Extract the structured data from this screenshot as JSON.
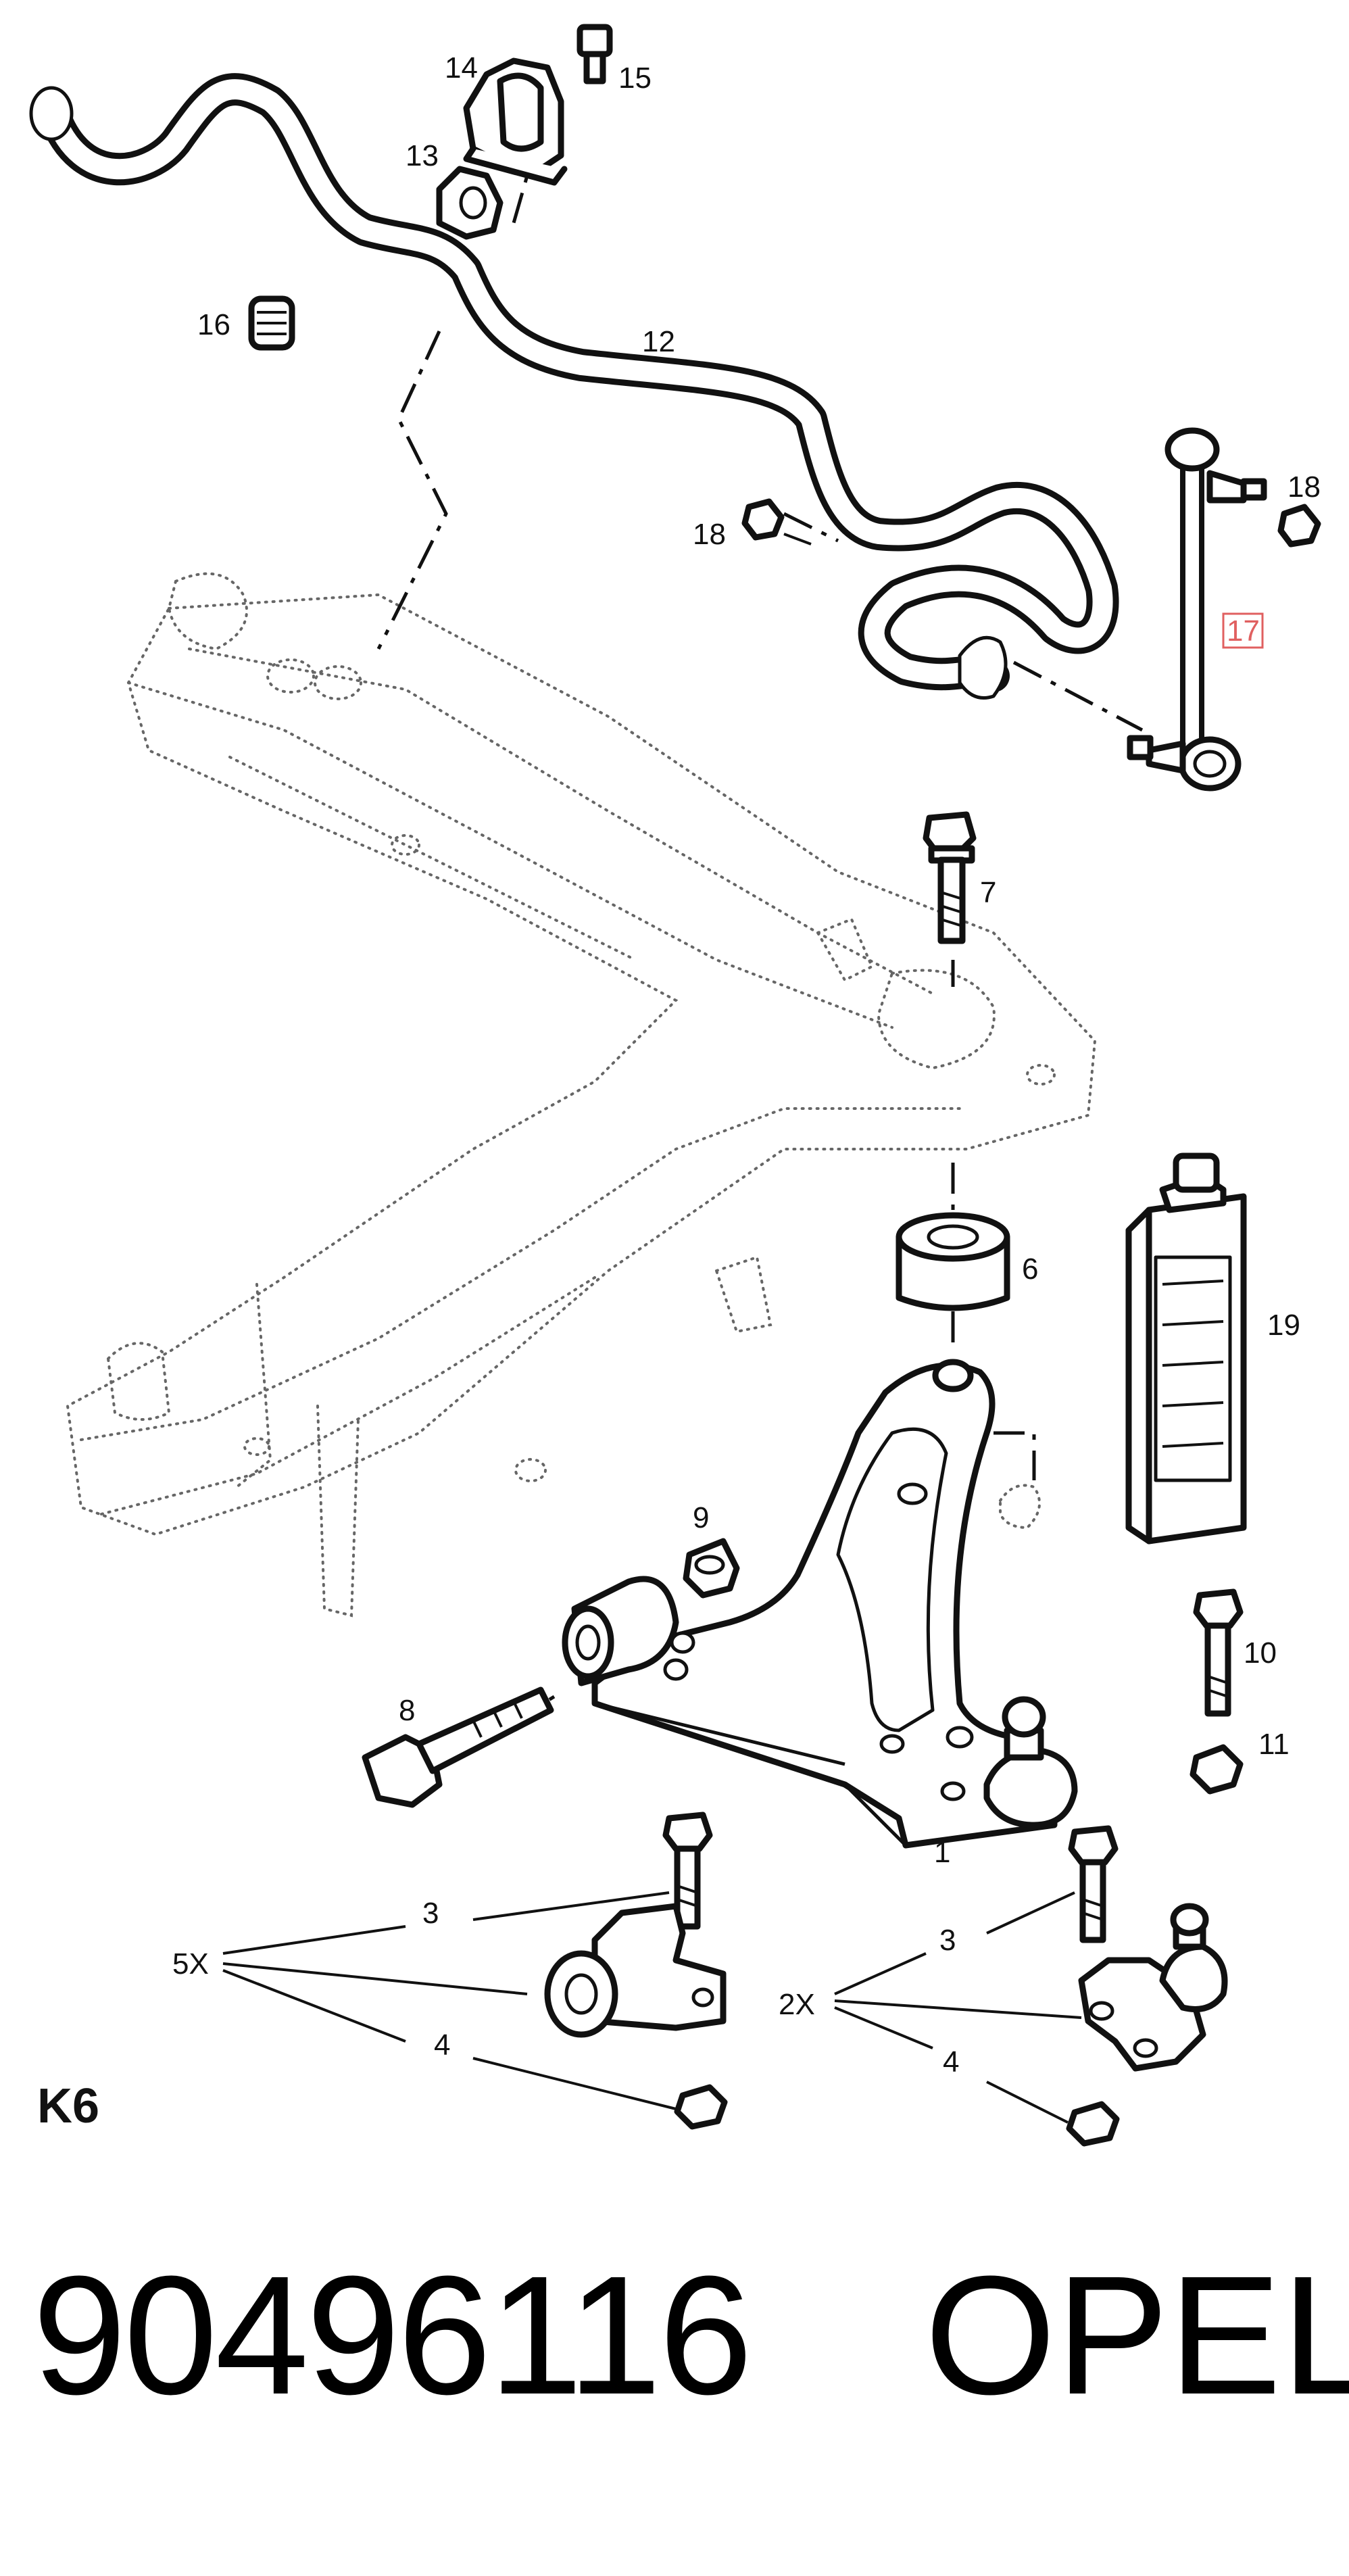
{
  "labels": {
    "c1": "1",
    "c3a": "3",
    "c3b": "3",
    "c4a": "4",
    "c4b": "4",
    "c5x": "5X",
    "c2x": "2X",
    "c6": "6",
    "c7": "7",
    "c8": "8",
    "c9": "9",
    "c10": "10",
    "c11": "11",
    "c12": "12",
    "c13": "13",
    "c14": "14",
    "c15": "15",
    "c16": "16",
    "c17": "17",
    "c18a": "18",
    "c18b": "18",
    "c19": "19"
  },
  "section_code": "K6",
  "part_number": "90496116",
  "brand": "OPEL",
  "colors": {
    "ink": "#111111",
    "highlight_box": "#e06060",
    "subframe_outline": "#666666"
  }
}
